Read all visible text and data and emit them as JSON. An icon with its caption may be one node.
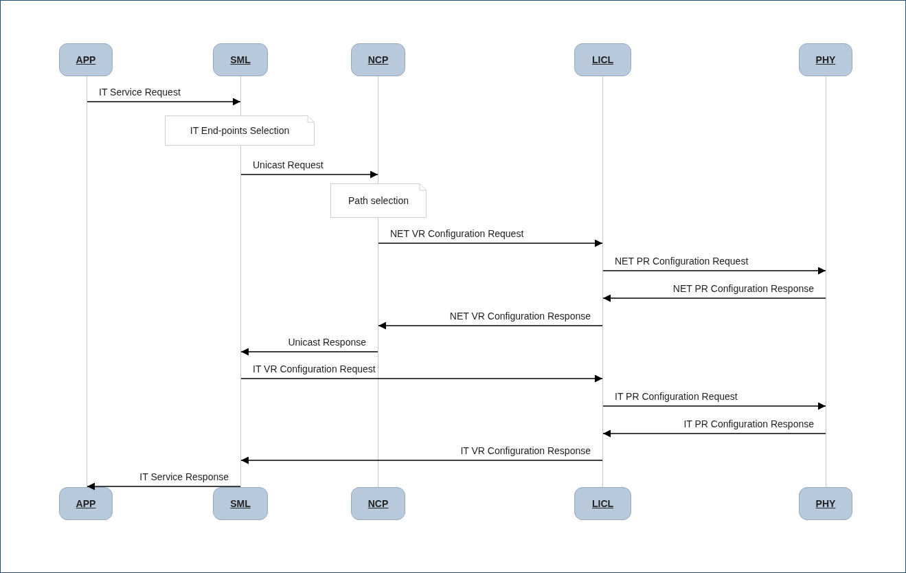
{
  "diagram": {
    "nodes": [
      {
        "text": [
          "APP"
        ]
      },
      {
        "text": [
          "SML"
        ]
      },
      {
        "text": [
          "NCP"
        ]
      },
      {
        "text": [
          "LICL"
        ]
      },
      {
        "text": [
          "PHY"
        ]
      },
      {
        "text": [],
        "shape": "bar"
      },
      {
        "text": [],
        "shape": "bar"
      },
      {
        "text": [],
        "shape": "bar"
      },
      {
        "text": [],
        "shape": "bar"
      },
      {
        "text": [],
        "shape": "bar"
      },
      {
        "text": [
          "IT End-points Selection"
        ]
      },
      {
        "text": [
          "Path selection"
        ]
      },
      {
        "text": [
          "APP"
        ]
      },
      {
        "text": [
          "SML"
        ]
      },
      {
        "text": [
          "NCP"
        ]
      },
      {
        "text": [
          "LICL"
        ]
      },
      {
        "text": [
          "PHY"
        ]
      }
    ],
    "edges": [
      {
        "from": 5,
        "to": 6,
        "arrow": "to",
        "label": "IT Service Request"
      },
      {
        "from": 6,
        "to": 7,
        "arrow": "to",
        "label": "Unicast Request"
      },
      {
        "from": 7,
        "to": 8,
        "arrow": "to",
        "label": "NET VR Configuration Request"
      },
      {
        "from": 8,
        "to": 9,
        "arrow": "to",
        "label": "NET PR Configuration Request"
      },
      {
        "from": 9,
        "to": 8,
        "arrow": "to",
        "label": "NET PR Configuration Response"
      },
      {
        "from": 8,
        "to": 7,
        "arrow": "to",
        "label": "NET VR Configuration Response"
      },
      {
        "from": 7,
        "to": 6,
        "arrow": "to",
        "label": "Unicast Response"
      },
      {
        "from": 6,
        "to": 8,
        "arrow": "to",
        "label": "IT VR Configuration Request"
      },
      {
        "from": 8,
        "to": 9,
        "arrow": "to",
        "label": "IT PR Configuration Request"
      },
      {
        "from": 9,
        "to": 8,
        "arrow": "to",
        "label": "IT PR Configuration Response"
      },
      {
        "from": 8,
        "to": 6,
        "arrow": "to",
        "label": "IT VR Configuration Response"
      },
      {
        "from": 6,
        "to": 5,
        "arrow": "to",
        "label": "IT Service Response"
      }
    ]
  }
}
